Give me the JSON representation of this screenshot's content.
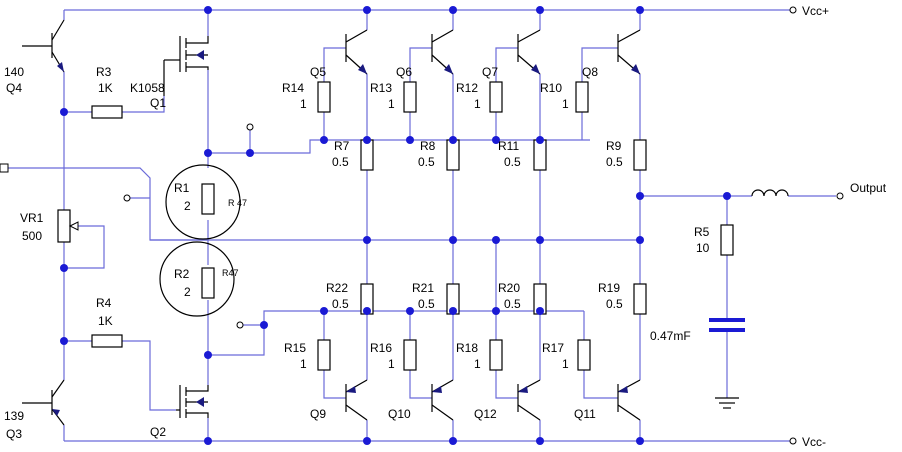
{
  "rails": {
    "positive": "Vcc+",
    "negative": "Vcc-",
    "output": "Output"
  },
  "transistors": [
    {
      "ref": "Q4",
      "part": "140"
    },
    {
      "ref": "Q3",
      "part": "139"
    },
    {
      "ref": "Q1",
      "part": "K1058"
    },
    {
      "ref": "Q2",
      "part": ""
    },
    {
      "ref": "Q5"
    },
    {
      "ref": "Q6"
    },
    {
      "ref": "Q7"
    },
    {
      "ref": "Q8"
    },
    {
      "ref": "Q9"
    },
    {
      "ref": "Q10"
    },
    {
      "ref": "Q12"
    },
    {
      "ref": "Q11"
    }
  ],
  "resistors": {
    "R3": {
      "ref": "R3",
      "value": "1K"
    },
    "R4": {
      "ref": "R4",
      "value": "1K"
    },
    "VR1": {
      "ref": "VR1",
      "value": "500"
    },
    "R1": {
      "ref": "R1",
      "value": "2",
      "note": "R 47"
    },
    "R2": {
      "ref": "R2",
      "value": "2",
      "note": "R47"
    },
    "R14": {
      "ref": "R14",
      "value": "1"
    },
    "R13": {
      "ref": "R13",
      "value": "1"
    },
    "R12": {
      "ref": "R12",
      "value": "1"
    },
    "R10": {
      "ref": "R10",
      "value": "1"
    },
    "R7": {
      "ref": "R7",
      "value": "0.5"
    },
    "R8": {
      "ref": "R8",
      "value": "0.5"
    },
    "R11": {
      "ref": "R11",
      "value": "0.5"
    },
    "R9": {
      "ref": "R9",
      "value": "0.5"
    },
    "R22": {
      "ref": "R22",
      "value": "0.5"
    },
    "R21": {
      "ref": "R21",
      "value": "0.5"
    },
    "R20": {
      "ref": "R20",
      "value": "0.5"
    },
    "R19": {
      "ref": "R19",
      "value": "0.5"
    },
    "R15": {
      "ref": "R15",
      "value": "1"
    },
    "R16": {
      "ref": "R16",
      "value": "1"
    },
    "R18": {
      "ref": "R18",
      "value": "1"
    },
    "R17": {
      "ref": "R17",
      "value": "1"
    },
    "R5": {
      "ref": "R5",
      "value": "10"
    }
  },
  "capacitor": {
    "value": "0.47mF"
  },
  "colors": {
    "wire": "#6b6bd9",
    "junction": "#1a1ad4",
    "component": "#000000"
  }
}
